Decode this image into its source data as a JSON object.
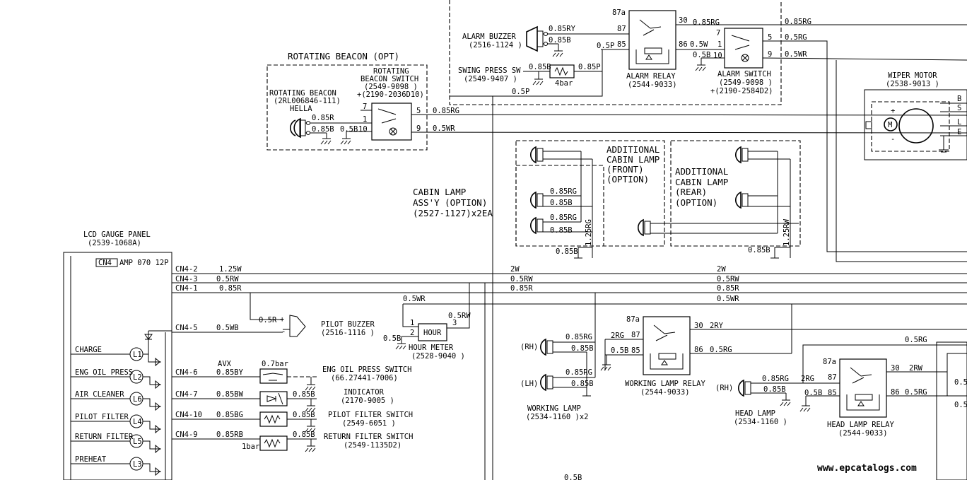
{
  "sections": {
    "rotating_beacon": "ROTATING BEACON (OPT)",
    "cabin_lamp": [
      "CABIN LAMP",
      "ASS'Y (OPTION)",
      "(2527-1127)x2EA"
    ],
    "cabin_front": [
      "ADDITIONAL",
      "CABIN LAMP",
      "(FRONT)",
      "(OPTION)"
    ],
    "cabin_rear": [
      "ADDITIONAL",
      "CABIN LAMP",
      "(REAR)",
      "(OPTION)"
    ],
    "lcd_panel": [
      "LCD GAUGE PANEL",
      "(2539-1068A)"
    ],
    "cn4_connector": "CN4",
    "cn4_spec": "AMP 070 12P"
  },
  "components": {
    "beacon_switch": [
      "ROTATING",
      "BEACON SWITCH",
      "(2549-9098 )",
      "+(2190-2036D10)"
    ],
    "beacon_lamp": [
      "ROTATING BEACON",
      "(2RL006846-111)",
      "HELLA"
    ],
    "alarm_buzzer": [
      "ALARM BUZZER",
      "(2516-1124 )"
    ],
    "swing_press_sw": [
      "SWING PRESS SW",
      "(2549-9407 )"
    ],
    "swing_press_rating": "4bar",
    "alarm_relay": [
      "ALARM RELAY",
      "(2544-9033)"
    ],
    "alarm_switch": [
      "ALARM SWITCH",
      "(2549-9098 )",
      "+(2190-2584D2)"
    ],
    "wiper_motor": [
      "WIPER MOTOR",
      "(2538-9013 )"
    ],
    "wiper_pins": [
      "B",
      "S",
      "L",
      "E"
    ],
    "pilot_buzzer": [
      "PILOT BUZZER",
      "(2516-1116 )"
    ],
    "hour_meter": [
      "HOUR METER",
      "(2528-9040 )"
    ],
    "hour_label": "HOUR",
    "eng_oil_press_switch": [
      "ENG OIL PRESS SWITCH",
      "(66.27441-7006)"
    ],
    "indicator": [
      "INDICATOR",
      "(2170-9005 )"
    ],
    "pilot_filter_switch": [
      "PILOT FILTER SWITCH",
      "(2549-6051 )"
    ],
    "return_filter_switch": [
      "RETURN FILTER SWITCH",
      "(2549-1135D2)"
    ],
    "working_lamp": [
      "WORKING LAMP",
      "(2534-1160 )x2"
    ],
    "working_lamp_relay": [
      "WORKING LAMP RELAY",
      "(2544-9033)"
    ],
    "head_lamp": [
      "HEAD LAMP",
      "(2534-1160 )"
    ],
    "head_lamp_relay": [
      "HEAD LAMP RELAY",
      "(2544-9033)"
    ],
    "avx": "AVX",
    "oil_press_rating": "0.7bar",
    "return_filter_rating": "1bar",
    "rh": "(RH)",
    "lh": "(LH)"
  },
  "relay_pins": {
    "p87a": "87a",
    "p87": "87",
    "p30": "30",
    "p85": "85",
    "p86": "86"
  },
  "switch_pins": {
    "p7": "7",
    "p1": "1",
    "p10": "10",
    "p5": "5",
    "p9": "9"
  },
  "indicators": [
    "CHARGE",
    "ENG OIL PRESS",
    "AIR CLEANER",
    "PILOT FILTER",
    "RETURN FILTER",
    "PREHEAT"
  ],
  "indicator_codes": [
    "L1",
    "L2",
    "L6",
    "L4",
    "L5",
    "L3"
  ],
  "cn4_pins": [
    "CN4-2",
    "CN4-3",
    "CN4-1",
    "CN4-5",
    "CN4-6",
    "CN4-7",
    "CN4-10",
    "CN4-9"
  ],
  "wires": {
    "w125w": "1.25W",
    "w05rw": "0.5RW",
    "w085r": "0.85R",
    "w05wb": "0.5WB",
    "w085by": "0.85BY",
    "w085bw": "0.85BW",
    "w085bg": "0.85BG",
    "w085rb": "0.85RB",
    "w2w": "2W",
    "w05wr": "0.5WR",
    "w05r": "0.5R",
    "w05b": "0.5B",
    "w085b": "0.85B",
    "w085rg": "0.85RG",
    "w085ry": "0.85RY",
    "w05p": "0.5P",
    "w085p": "0.85P",
    "w05w": "0.5W",
    "w2rg": "2RG",
    "w2ry": "2RY",
    "w2rw": "2RW",
    "w05rg": "0.5RG",
    "w125rg": "1.25RG",
    "w125rw": "1.25RW"
  },
  "pin_numbers": {
    "n1": "1",
    "n2": "2",
    "n3": "3",
    "plus": "+",
    "minus": "-"
  },
  "watermark": "www.epcatalogs.com"
}
